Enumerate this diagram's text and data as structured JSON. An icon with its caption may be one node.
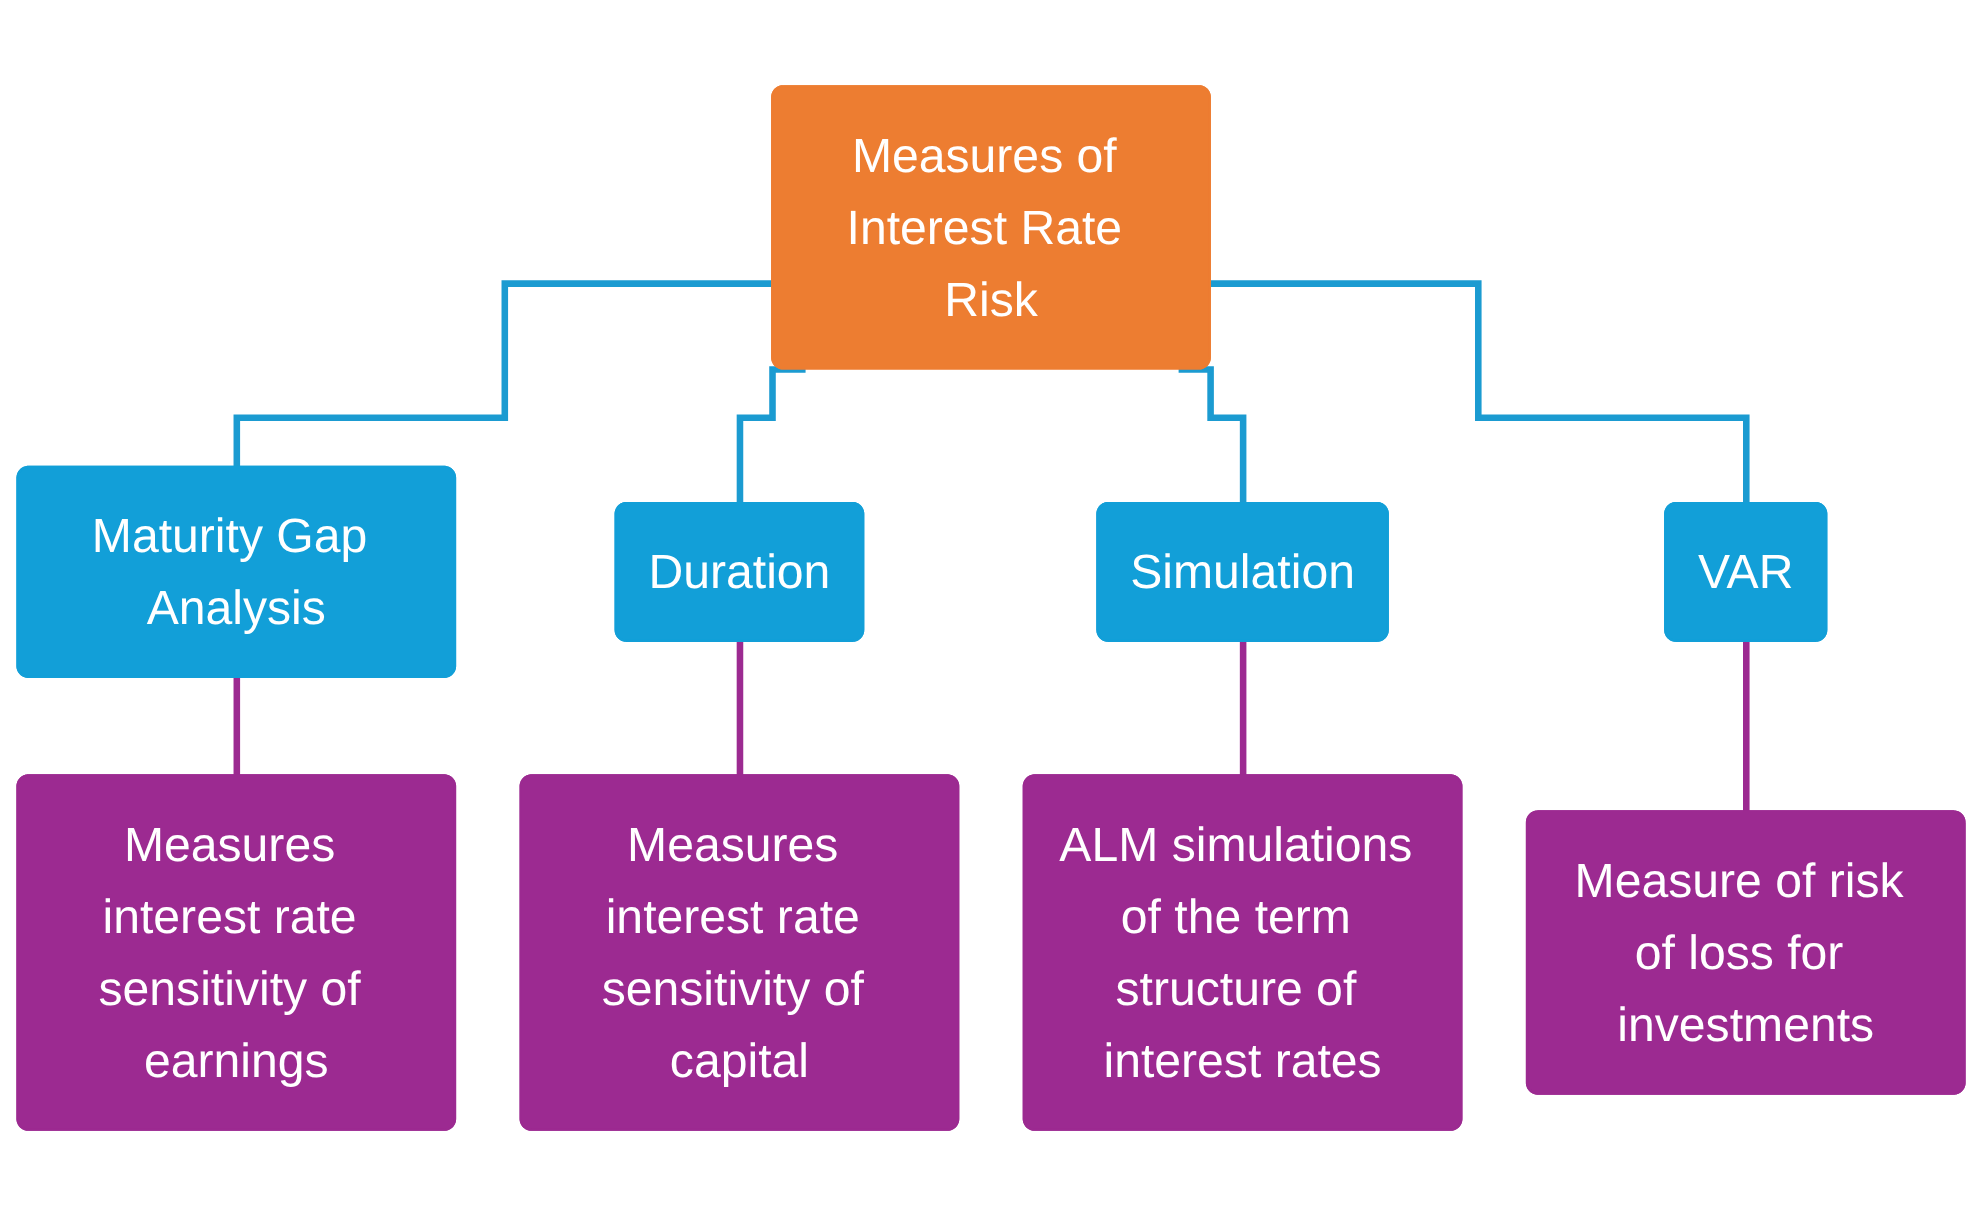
{
  "diagram": {
    "nodes": [
      {
        "text": [
          "Measures of Interest Rate Risk"
        ]
      },
      {
        "text": [
          "Maturity Gap Analysis"
        ]
      },
      {
        "text": [
          "Duration"
        ]
      },
      {
        "text": [
          "Simulation"
        ]
      },
      {
        "text": [
          "VAR"
        ]
      },
      {
        "text": [
          "Measures interest rate sensitivity of earnings"
        ]
      },
      {
        "text": [
          "Measures interest rate sensitivity of capital"
        ]
      },
      {
        "text": [
          "ALM simulations of the term structure of interest rates"
        ]
      },
      {
        "text": [
          "Measure of risk of loss for investments"
        ]
      }
    ],
    "edges": [
      {
        "from": 0,
        "to": 1,
        "arrow": "none",
        "color": "#1b9bd1"
      },
      {
        "from": 0,
        "to": 2,
        "arrow": "none",
        "color": "#1b9bd1"
      },
      {
        "from": 0,
        "to": 3,
        "arrow": "none",
        "color": "#1b9bd1"
      },
      {
        "from": 0,
        "to": 4,
        "arrow": "none",
        "color": "#1b9bd1"
      },
      {
        "from": 1,
        "to": 5,
        "arrow": "none",
        "color": "#9c2a91"
      },
      {
        "from": 2,
        "to": 6,
        "arrow": "none",
        "color": "#9c2a91"
      },
      {
        "from": 3,
        "to": 7,
        "arrow": "none",
        "color": "#9c2a91"
      },
      {
        "from": 4,
        "to": 8,
        "arrow": "none",
        "color": "#9c2a91"
      }
    ]
  }
}
